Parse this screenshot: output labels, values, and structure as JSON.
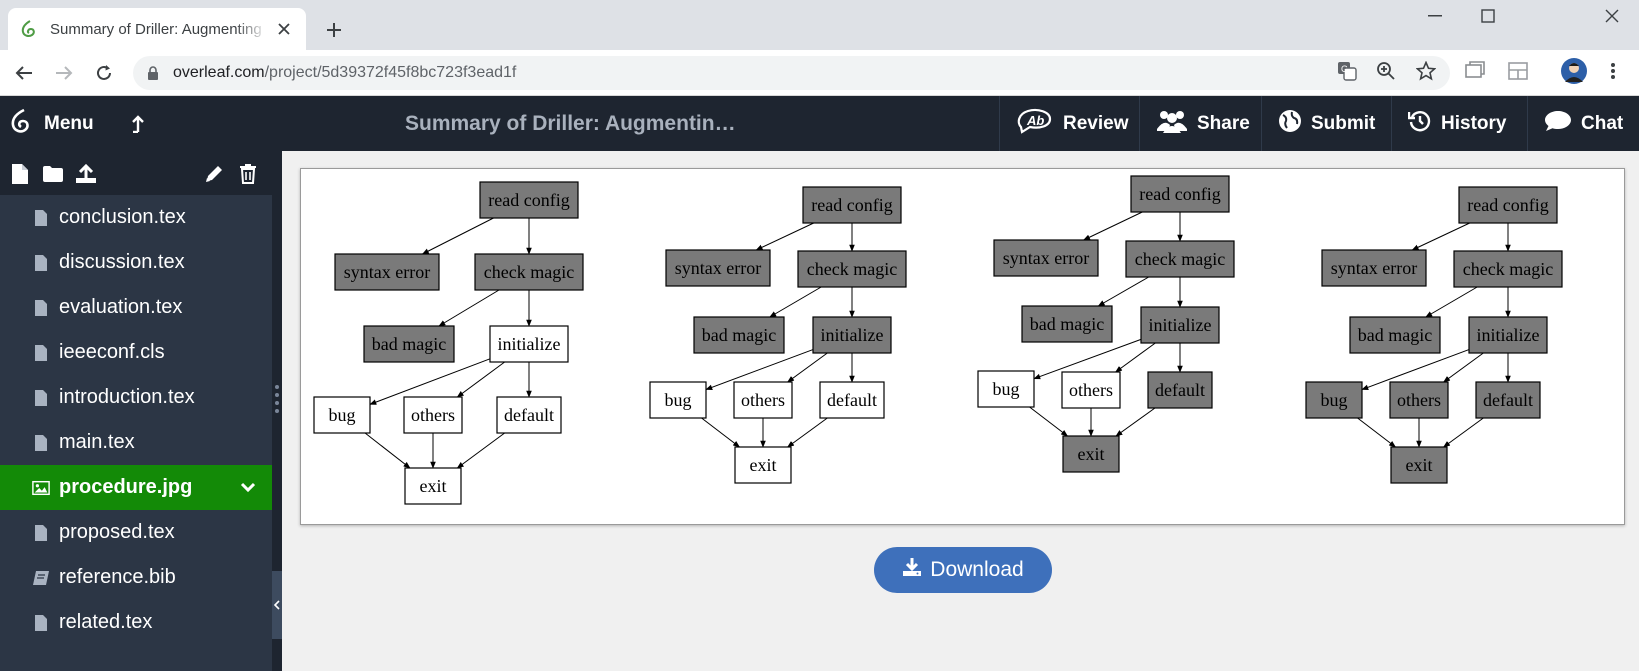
{
  "browser": {
    "tab_title": "Summary of Driller: Augmenting",
    "url_host": "overleaf.com",
    "url_path": "/project/5d39372f45f8bc723f3ead1f"
  },
  "overleaf": {
    "menu_label": "Menu",
    "project_title": "Summary of Driller: Augmentin…",
    "buttons": {
      "review": "Review",
      "share": "Share",
      "submit": "Submit",
      "history": "History",
      "chat": "Chat"
    }
  },
  "files": [
    {
      "name": "conclusion.tex",
      "type": "file"
    },
    {
      "name": "discussion.tex",
      "type": "file"
    },
    {
      "name": "evaluation.tex",
      "type": "file"
    },
    {
      "name": "ieeeconf.cls",
      "type": "file"
    },
    {
      "name": "introduction.tex",
      "type": "file"
    },
    {
      "name": "main.tex",
      "type": "file"
    },
    {
      "name": "procedure.jpg",
      "type": "image",
      "active": true
    },
    {
      "name": "proposed.tex",
      "type": "file"
    },
    {
      "name": "reference.bib",
      "type": "bib"
    },
    {
      "name": "related.tex",
      "type": "file"
    }
  ],
  "preview": {
    "download_label": "Download",
    "figure": {
      "node_labels": {
        "read_config": "read config",
        "syntax_error": "syntax error",
        "check_magic": "check magic",
        "bad_magic": "bad magic",
        "initialize": "initialize",
        "bug": "bug",
        "others": "others",
        "default": "default",
        "exit": "exit"
      },
      "graphs": [
        {
          "highlighted": [
            "read_config",
            "syntax_error",
            "check_magic",
            "bad_magic"
          ]
        },
        {
          "highlighted": [
            "read_config",
            "syntax_error",
            "check_magic",
            "bad_magic",
            "initialize"
          ]
        },
        {
          "highlighted": [
            "read_config",
            "syntax_error",
            "check_magic",
            "bad_magic",
            "initialize",
            "default",
            "exit"
          ]
        },
        {
          "highlighted": [
            "read_config",
            "syntax_error",
            "check_magic",
            "bad_magic",
            "initialize",
            "bug",
            "others",
            "default",
            "exit"
          ]
        }
      ],
      "colors": {
        "highlight": "#7a7a7a",
        "normal": "#ffffff"
      }
    }
  }
}
